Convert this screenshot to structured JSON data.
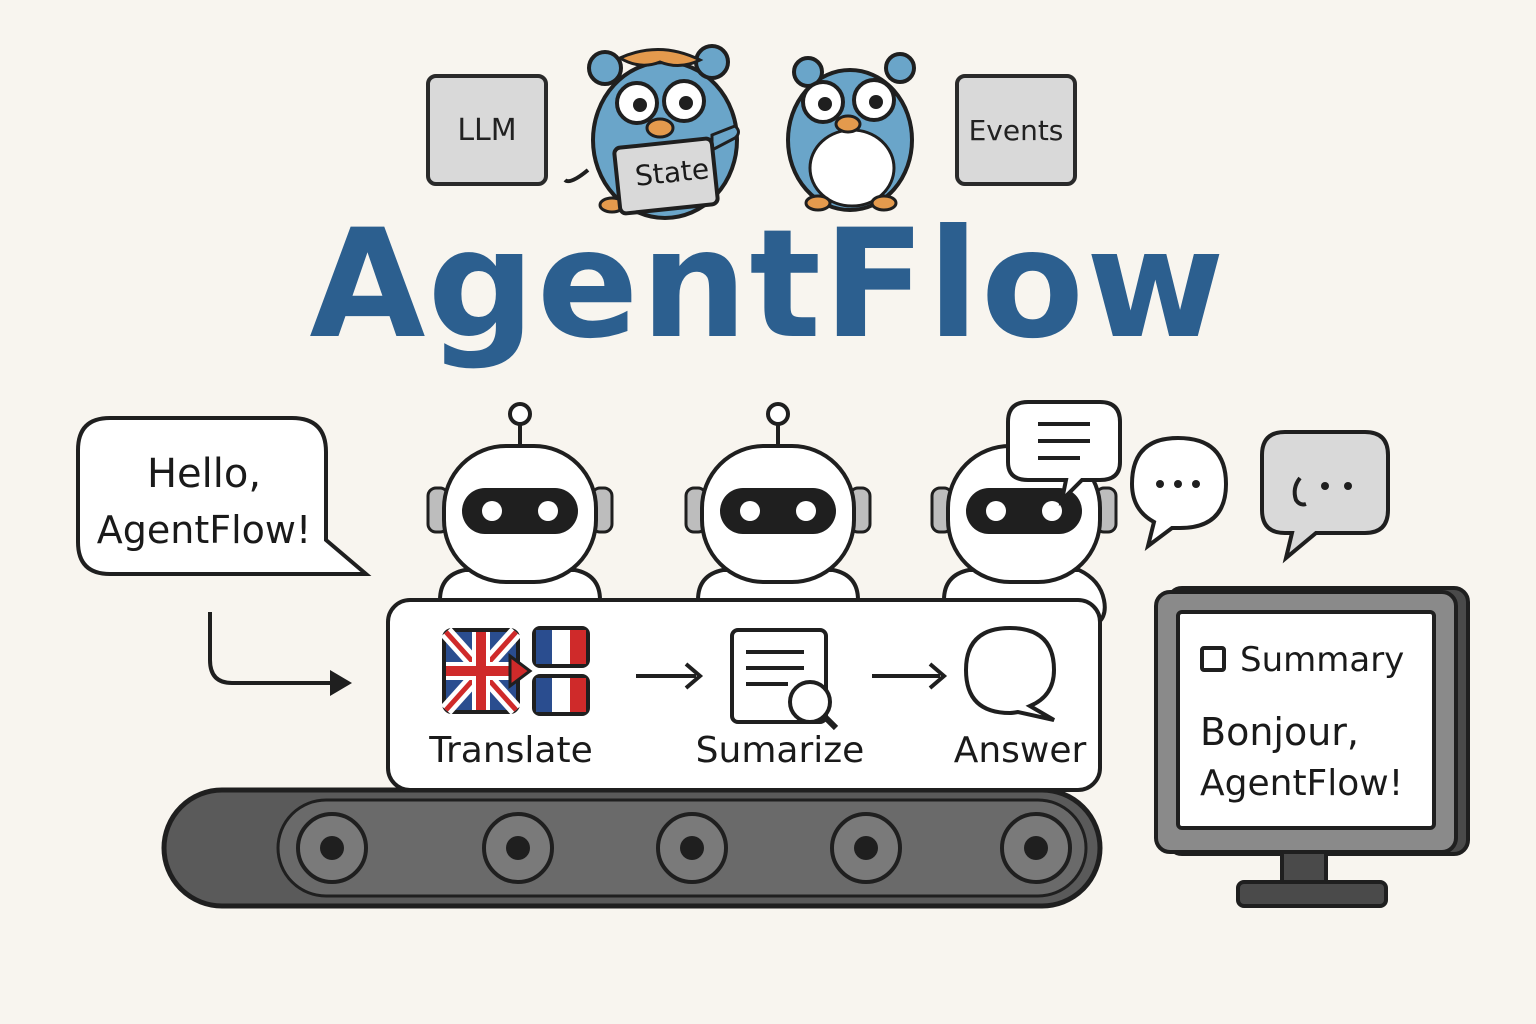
{
  "colors": {
    "title": "#2c5f8f",
    "background": "#f8f5ef",
    "gopher": "#6aa5c9",
    "gopher_accent": "#e49a4d",
    "outline": "#1f1f1f",
    "belt": "#5a5a5a",
    "roller": "#7a7a7a",
    "box_fill": "#d9d9d9"
  },
  "tags": {
    "llm": "LLM",
    "state": "State",
    "events": "Events"
  },
  "title": "AgentFlow",
  "input_bubble": {
    "line1": "Hello,",
    "line2": "AgentFlow!"
  },
  "pipeline": {
    "steps": [
      {
        "label": "Translate",
        "icon": "flag-translate-icon"
      },
      {
        "label": "Sumarize",
        "icon": "document-magnifier-icon"
      },
      {
        "label": "Answer",
        "icon": "speech-bubble-icon"
      }
    ]
  },
  "monitor": {
    "heading": "Summary",
    "line1": "Bonjour,",
    "line2": "AgentFlow!"
  }
}
